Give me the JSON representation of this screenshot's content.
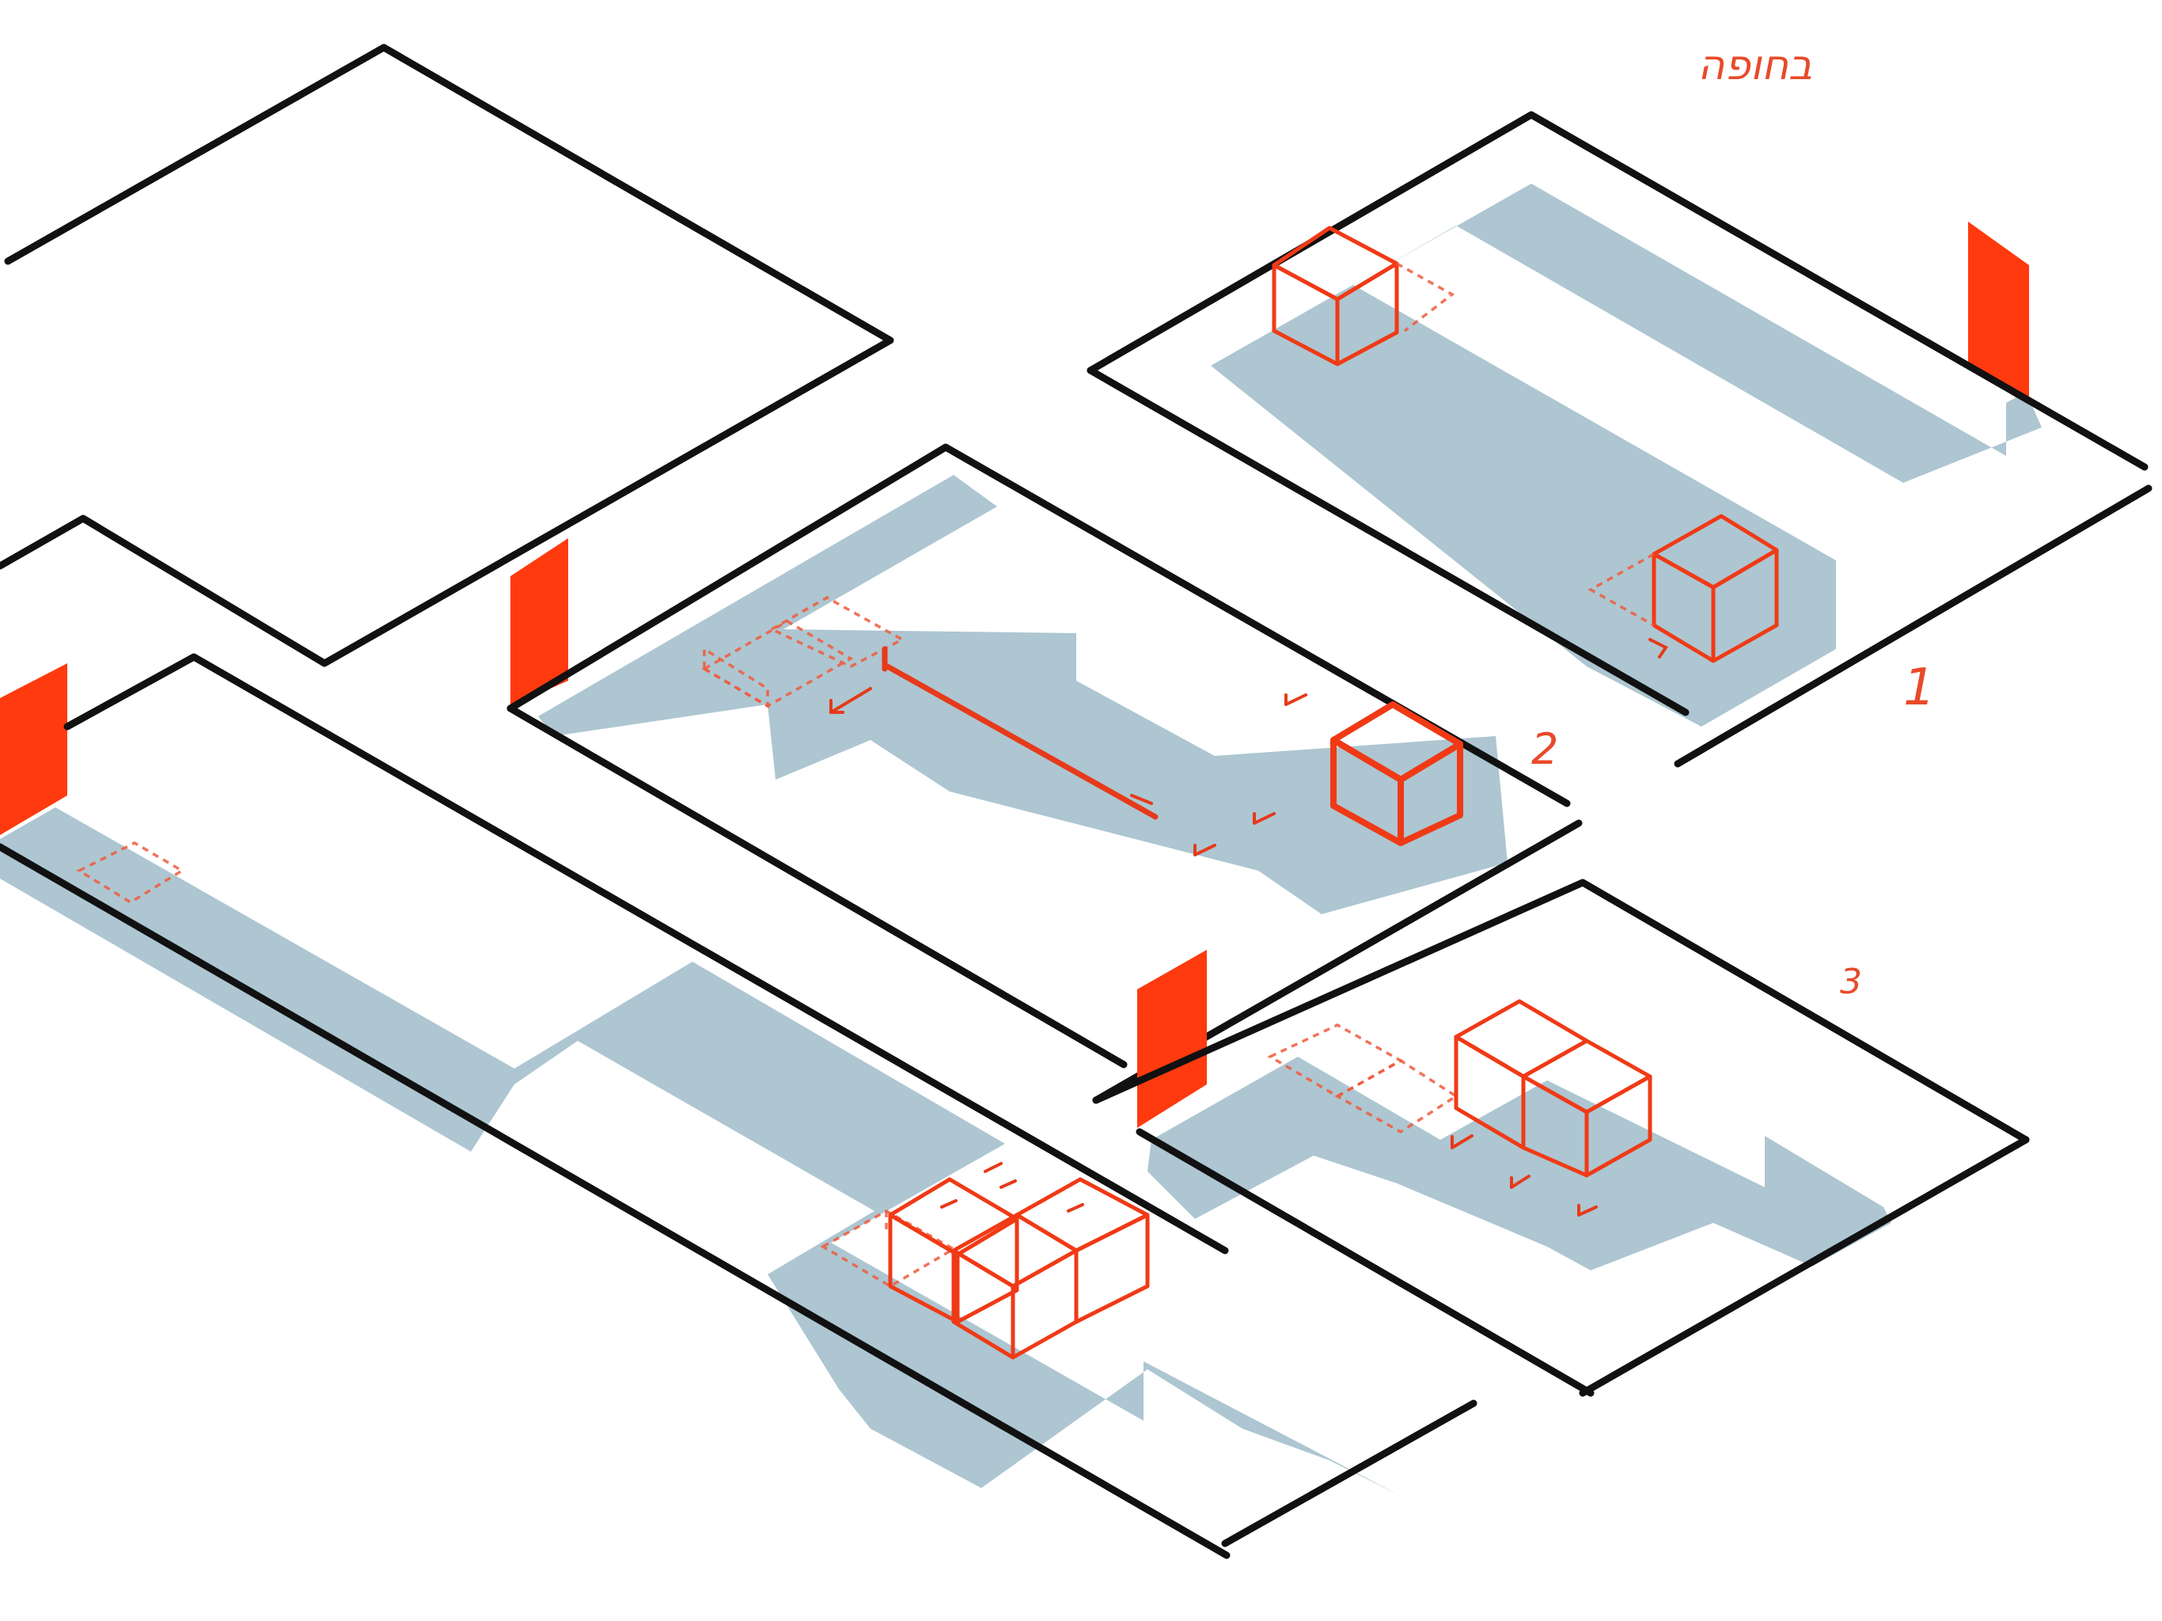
{
  "title": "בחופה",
  "level_labels": {
    "one": "1",
    "two": "2",
    "three": "3"
  },
  "colors": {
    "wall": "#111111",
    "floor_path": "#adc6d1",
    "door": "#ff3a0e",
    "box_outline": "#f03a16"
  }
}
